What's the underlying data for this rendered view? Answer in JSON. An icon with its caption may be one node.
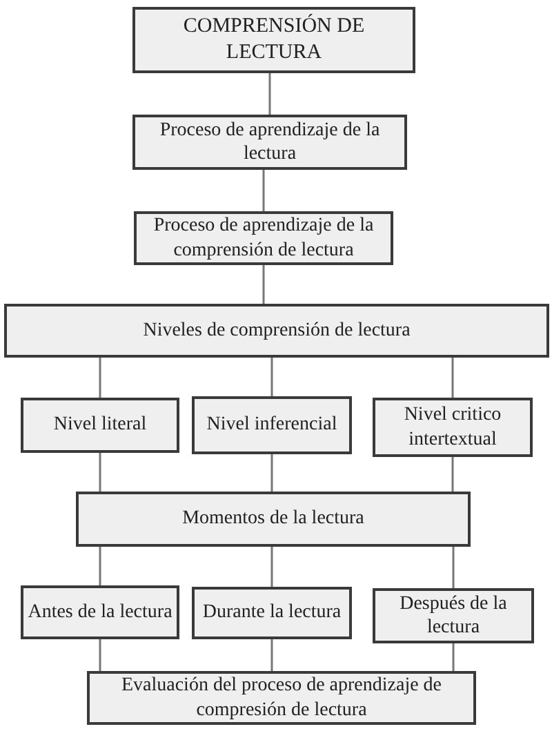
{
  "diagram": {
    "nodes": [
      {
        "text": [
          "COMPRENSIÓN DE LECTURA"
        ]
      },
      {
        "text": [
          "Proceso de aprendizaje de la lectura"
        ]
      },
      {
        "text": [
          "Proceso de aprendizaje de la comprensión de lectura"
        ]
      },
      {
        "text": [
          "Niveles de comprensión de lectura"
        ]
      },
      {
        "text": [
          "Nivel literal"
        ]
      },
      {
        "text": [
          "Nivel inferencial"
        ]
      },
      {
        "text": [
          "Nivel critico intertextual"
        ]
      },
      {
        "text": [
          "Momentos de la lectura"
        ]
      },
      {
        "text": [
          "Antes de la lectura"
        ]
      },
      {
        "text": [
          "Durante la lectura"
        ]
      },
      {
        "text": [
          "Después de la lectura"
        ]
      },
      {
        "text": [
          "Evaluación del proceso de aprendizaje de compresión de lectura"
        ]
      }
    ],
    "edges": [
      {
        "from": 0,
        "to": 1,
        "arrow": "none"
      },
      {
        "from": 1,
        "to": 2,
        "arrow": "none"
      },
      {
        "from": 2,
        "to": 3,
        "arrow": "none"
      },
      {
        "from": 3,
        "to": 4,
        "arrow": "none"
      },
      {
        "from": 3,
        "to": 5,
        "arrow": "none"
      },
      {
        "from": 3,
        "to": 6,
        "arrow": "none"
      },
      {
        "from": 4,
        "to": 7,
        "arrow": "none"
      },
      {
        "from": 5,
        "to": 7,
        "arrow": "none"
      },
      {
        "from": 6,
        "to": 7,
        "arrow": "none"
      },
      {
        "from": 7,
        "to": 8,
        "arrow": "none"
      },
      {
        "from": 7,
        "to": 9,
        "arrow": "none"
      },
      {
        "from": 7,
        "to": 10,
        "arrow": "none"
      },
      {
        "from": 8,
        "to": 11,
        "arrow": "none"
      },
      {
        "from": 9,
        "to": 11,
        "arrow": "none"
      },
      {
        "from": 10,
        "to": 11,
        "arrow": "none"
      }
    ]
  }
}
